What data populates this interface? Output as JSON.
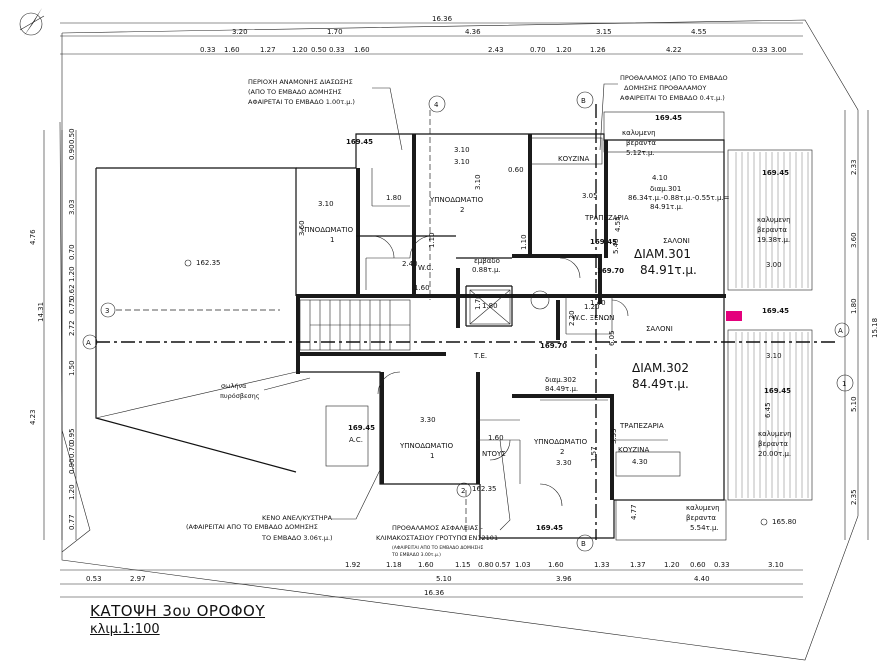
{
  "title": {
    "plan": "ΚΑΤΟΨΗ 3ου ΟΡΟΦΟΥ",
    "scale": "κλιμ.1:100"
  },
  "dims_top_total": "16.36",
  "dims_top_row1": [
    "3.20",
    "1.70",
    "4.36",
    "3.15",
    "4.55"
  ],
  "dims_top_row2": [
    "0.33",
    "1.60",
    "1.27",
    "1.20",
    "0.50",
    "0.33",
    "1.60",
    "2.43",
    "0.70",
    "1.20",
    "1.26",
    "4.22",
    "0.33",
    "3.00"
  ],
  "dims_bottom_row1": [
    "1.92",
    "1.18",
    "1.60",
    "1.15",
    "0.80",
    "0.57",
    "1.03",
    "1.60",
    "1.33",
    "1.37",
    "1.20",
    "0.60",
    "0.33",
    "3.10"
  ],
  "dims_bottom_row2": [
    "0.53",
    "2.97",
    "5.10",
    "3.96",
    "4.40"
  ],
  "dims_bottom_total": "16.36",
  "dims_left_outer": [
    "4.76",
    "14.31",
    "4.23"
  ],
  "dims_left_inner": [
    "0.50",
    "0.90",
    "3.03",
    "0.70",
    "1.20",
    "0.62",
    "0.75",
    "2.72",
    "1.50",
    "0.95",
    "0.70",
    "0.90",
    "1.20",
    "0.77"
  ],
  "dims_right_outer": [
    "2.33",
    "3.60",
    "1.80",
    "5.10",
    "2.35"
  ],
  "dims_right_total": "15.18",
  "axis_labels": {
    "a_left": "A",
    "a_right": "A",
    "b_top": "B",
    "b_bottom": "B",
    "one": "1",
    "two": "2",
    "three": "3",
    "four": "4"
  },
  "apartments": [
    {
      "name": "ΔΙΑΜ.301",
      "area": "84.91τ.μ.",
      "calc_line1": "διαμ.301",
      "calc_line2": "86.34τ.μ.-0.88τ.μ.-0.55τ.μ.=",
      "calc_line3": "84.91τ.μ."
    },
    {
      "name": "ΔΙΑΜ.302",
      "area": "84.49τ.μ.",
      "calc_line1": "διαμ.302",
      "calc_line2": "84.49τ.μ."
    }
  ],
  "rooms": {
    "kitchen_301": "ΚΟΥΖΙΝΑ",
    "dining_301": "ΤΡΑΠΕΖΑΡΙΑ",
    "living_301": "ΣΑΛΟΝΙ",
    "bed1_301": "ΥΠΝΟΔΩΜΑΤΙΟ",
    "bed1_301_num": "1",
    "bed2_301": "ΥΠΝΟΔΩΜΑΤΙΟ",
    "bed2_301_num": "2",
    "wc": "W.C.",
    "wc_xenon": "W.C. ΞΕΝΩΝ",
    "ntous": "ΝΤΟΥΣ",
    "living_302": "ΣΑΛΟΝΙ",
    "dining_302": "ΤΡΑΠΕΖΑΡΙΑ",
    "kitchen_302": "ΚΟΥΖΙΝΑ",
    "bed1_302": "ΥΠΝΟΔΩΜΑΤΙΟ",
    "bed1_302_num": "1",
    "bed2_302": "ΥΠΝΟΔΩΜΑΤΙΟ",
    "bed2_302_num": "2",
    "te": "Τ.Ε.",
    "ac": "A.C.",
    "area_label": "εμβαδο",
    "area_val": "0.88τ.μ."
  },
  "verandas": [
    {
      "l1": "καλυμενη",
      "l2": "βεραντα",
      "l3": "5.12τ.μ."
    },
    {
      "l1": "καλυμενη",
      "l2": "βεραντα",
      "l3": "19.38τ.μ."
    },
    {
      "l1": "καλυμενη",
      "l2": "βεραντα",
      "l3": "20.00τ.μ."
    },
    {
      "l1": "καλυμενη",
      "l2": "βεραντα",
      "l3": "5.54τ.μ."
    }
  ],
  "elevations": [
    "169.45",
    "169.45",
    "169.45",
    "169.45",
    "169.45",
    "169.45",
    "169.45",
    "169.45",
    "169.70",
    "169.70",
    "162.35",
    "162.35",
    "165.80"
  ],
  "room_dims": [
    "3.10",
    "3.10",
    "3.10",
    "3.10",
    "3.05",
    "4.10",
    "3.00",
    "3.10",
    "3.30",
    "3.30",
    "4.30",
    "3.55",
    "1.60",
    "1.80",
    "1.80",
    "1.10",
    "1.10",
    "2.40",
    "1.60",
    "4.55",
    "5.45",
    "6.45",
    "6.05",
    "2.20",
    "1.20",
    "1.40",
    "0.60",
    "3.60",
    "1.70",
    "4.77",
    "1.57"
  ],
  "notes": {
    "waiting_l1": "ΠΕΡΙΟΧΗ ΑΝΑΜΟΝΗΣ ΔΙΑΣΩΣΗΣ",
    "waiting_l2": "(ΑΠΟ ΤΟ ΕΜΒΑΔΟ ΔΟΜΗΣΗΣ",
    "waiting_l3": "ΑΦΑΙΡΕΤΑΙ ΤΟ ΕΜΒΑΔΟ 1.00τ.μ.)",
    "vestibule_l1": "ΠΡΟΘΑΛΑΜΟΣ (ΑΠΟ ΤΟ ΕΜΒΑΔΟ",
    "vestibule_l2": "ΔΟΜΗΣΗΣ ΠΡΟΘΑΛΑΜΟΥ",
    "vestibule_l3": "ΑΦΑΙΡΕΙΤΑΙ ΤΟ ΕΜΒΑΔΟ 0.4τ.μ.)",
    "pipe_l1": "σωλήνα",
    "pipe_l2": "πυρόσβεσης",
    "void_l1": "ΚΕΝΟ ΑΝΕΛ/ΚΥΣΤΗΡΑ",
    "void_l2": "(ΑΦΑΙΡΕΙΤΑΙ ΑΠΟ ΤΟ ΕΜΒΑΔΟ ΔΟΜΗΣΗΣ",
    "void_l3": "ΤΟ ΕΜΒΑΔΟ 3.06τ.μ.)",
    "stair_l1": "ΠΡΟΘΑΛΑΜΟΣ ΑΣΦΑΛΕΙΑΣ -",
    "stair_l2": "ΚΛΙΜΑΚΟΣΤΑΣΙΟΥ ΓΡΟΤΥΠΟ ΕΝ12101",
    "stair_l3": "(ΑΦΑΙΡΕΙΤΑΙ ΑΠΟ ΤΟ ΕΜΒΑΔΟ ΔΟΜΗΣΗΣ",
    "stair_l4": "ΤΟ ΕΜΒΑΔΟ 3.00τ.μ.)"
  },
  "colors": {
    "ink": "#111111",
    "marker": "#e4007c",
    "paper": "#ffffff"
  }
}
